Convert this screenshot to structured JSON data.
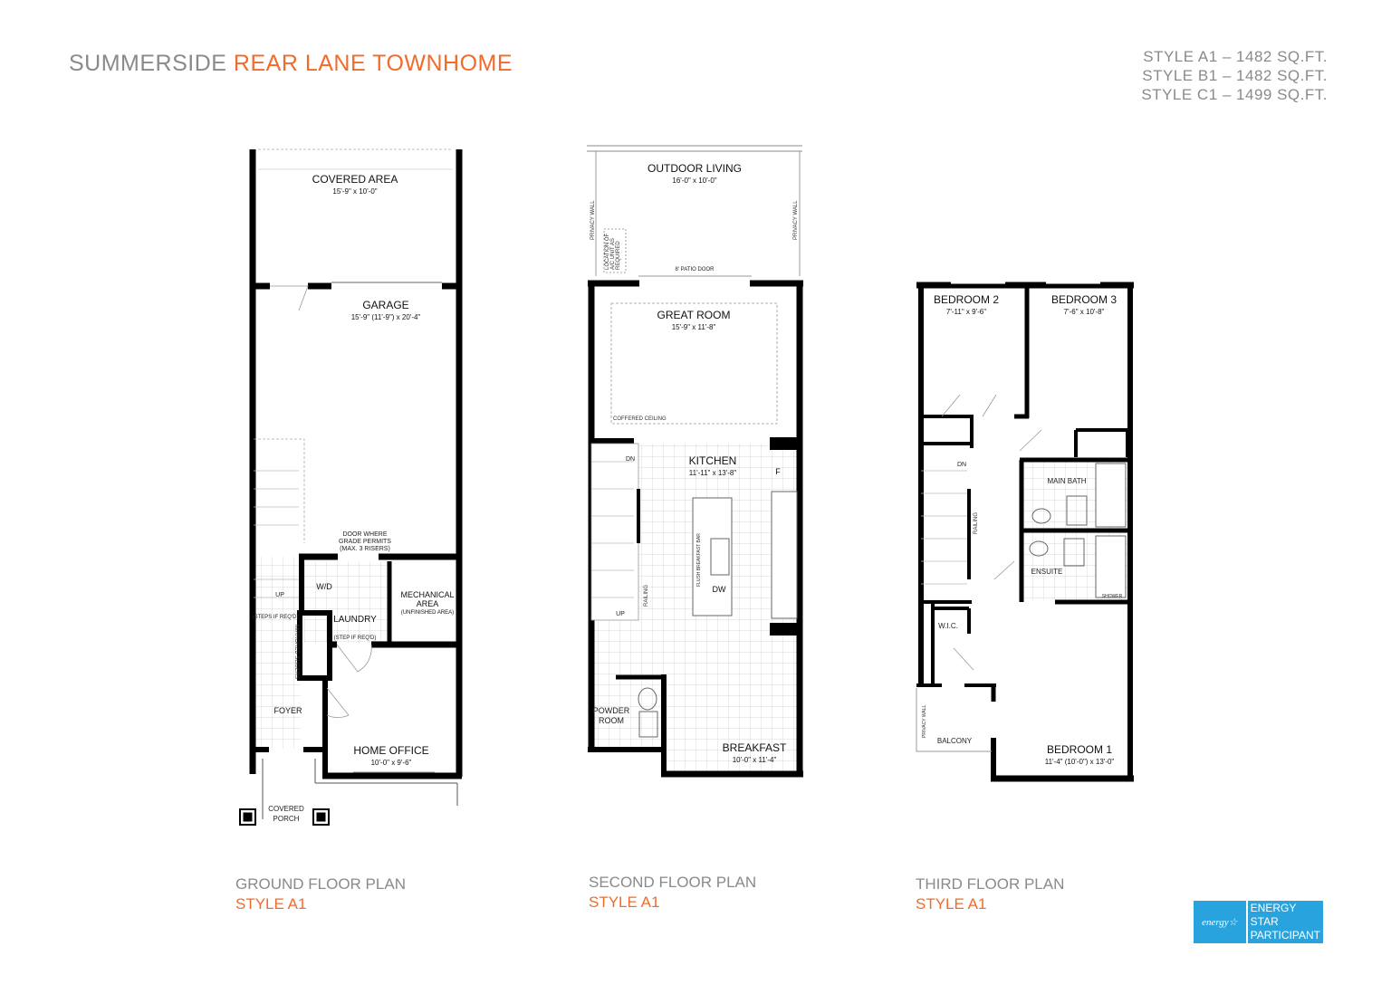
{
  "header": {
    "title_prefix": "SUMMERSIDE",
    "title_accent": "REAR LANE TOWNHOME",
    "styles": [
      "STYLE A1 – 1482 SQ.FT.",
      "STYLE B1 – 1482 SQ.FT.",
      "STYLE C1 – 1499 SQ.FT."
    ]
  },
  "colors": {
    "accent": "#f26b2a",
    "gray_text": "#8a8a8a",
    "wall": "#000000",
    "energy_star_blue": "#29a3dd"
  },
  "ground_floor": {
    "plan_name": "GROUND FLOOR PLAN",
    "style": "STYLE A1",
    "covered_area": {
      "name": "COVERED AREA",
      "dim": "15'-9\" x 10'-0\""
    },
    "garage": {
      "name": "GARAGE",
      "dim": "15'-9\" (11'-9\") x 20'-4\""
    },
    "door_note": [
      "DOOR WHERE",
      "GRADE PERMITS",
      "(MAX. 3 RISERS)"
    ],
    "wd": "W/D",
    "up": "UP",
    "steps_note": "(STEPS IF REQ'D)",
    "laundry": "LAUNDRY",
    "step_note": "(STEP IF REQ'D)",
    "mechanical": {
      "name": "MECHANICAL AREA",
      "note": "(UNFINISHED AREA)"
    },
    "mirrored": "MIRRORED SLIDERS",
    "foyer": "FOYER",
    "home_office": {
      "name": "HOME OFFICE",
      "dim": "10'-0\" x 9'-6\""
    },
    "covered_porch": [
      "COVERED",
      "PORCH"
    ]
  },
  "second_floor": {
    "plan_name": "SECOND FLOOR PLAN",
    "style": "STYLE A1",
    "outdoor_living": {
      "name": "OUTDOOR LIVING",
      "dim": "16'-0\" x 10'-0\""
    },
    "privacy_wall": "PRIVACY WALL",
    "ac_note": [
      "LOCATION OF",
      "A/C UNIT AS",
      "REQUIRED"
    ],
    "patio_door": "8' PATIO DOOR",
    "great_room": {
      "name": "GREAT ROOM",
      "dim": "15'-9\" x 11'-8\"",
      "note": "COFFERED CEILING"
    },
    "kitchen": {
      "name": "KITCHEN",
      "dim": "11'-11\" x 13'-8\""
    },
    "dn": "DN",
    "up": "UP",
    "fridge": "F",
    "dw": "DW",
    "railing": "RAILING",
    "breakfast_bar": "FLUSH BREAKFAST BAR",
    "powder_room": [
      "POWDER",
      "ROOM"
    ],
    "breakfast": {
      "name": "BREAKFAST",
      "dim": "10'-0\" x 11'-4\""
    }
  },
  "third_floor": {
    "plan_name": "THIRD FLOOR PLAN",
    "style": "STYLE A1",
    "bedroom2": {
      "name": "BEDROOM 2",
      "dim": "7'-11\" x 9'-6\""
    },
    "bedroom3": {
      "name": "BEDROOM 3",
      "dim": "7'-6\" x 10'-8\""
    },
    "dn": "DN",
    "railing": "RAILING",
    "main_bath": "MAIN BATH",
    "ensuite": "ENSUITE",
    "shower": "SHOWER",
    "wic": "W.I.C.",
    "privacy_wall": "PRIVACY WALL",
    "balcony": "BALCONY",
    "bedroom1": {
      "name": "BEDROOM 1",
      "dim": "11'-4\" (10'-0\") x 13'-0\""
    }
  },
  "energy_star": {
    "logo_text": "energy",
    "lines": [
      "ENERGY",
      "STAR",
      "PARTICIPANT"
    ]
  }
}
